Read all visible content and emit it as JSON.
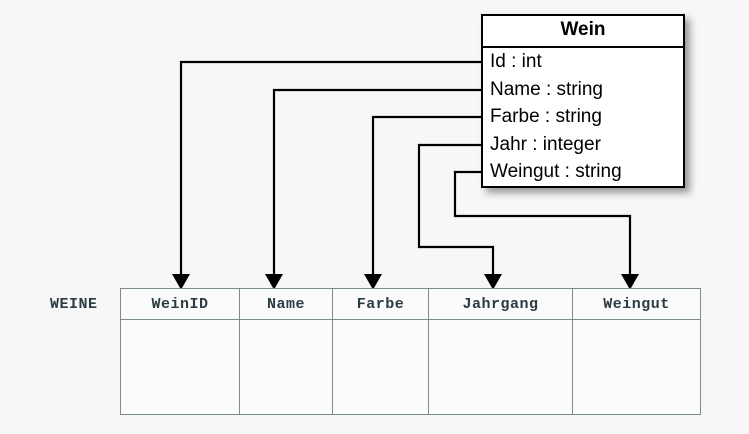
{
  "diagram": {
    "title": "Wein class to WEINE table mapping",
    "background_color": "#f7f7f7",
    "line_color": "#000000",
    "table_border_color": "#7a8b92",
    "table_text_color": "#2d3b42"
  },
  "class_box": {
    "name": "Wein",
    "attributes": [
      {
        "text": "Id : int",
        "name": "Id",
        "type": "int"
      },
      {
        "text": "Name : string",
        "name": "Name",
        "type": "string"
      },
      {
        "text": "Farbe : string",
        "name": "Farbe",
        "type": "string"
      },
      {
        "text": "Jahr : integer",
        "name": "Jahr",
        "type": "integer"
      },
      {
        "text": "Weingut : string",
        "name": "Weingut",
        "type": "string"
      }
    ]
  },
  "relation": {
    "label": "WEINE",
    "columns": [
      {
        "label": "WeinID"
      },
      {
        "label": "Name"
      },
      {
        "label": "Farbe"
      },
      {
        "label": "Jahrgang"
      },
      {
        "label": "Weingut"
      }
    ],
    "rows": [
      [
        "",
        "",
        "",
        "",
        ""
      ]
    ]
  },
  "mappings": [
    {
      "from": "Id",
      "to": "WeinID"
    },
    {
      "from": "Name",
      "to": "Name"
    },
    {
      "from": "Farbe",
      "to": "Farbe"
    },
    {
      "from": "Jahr",
      "to": "Jahrgang"
    },
    {
      "from": "Weingut",
      "to": "Weingut"
    }
  ]
}
